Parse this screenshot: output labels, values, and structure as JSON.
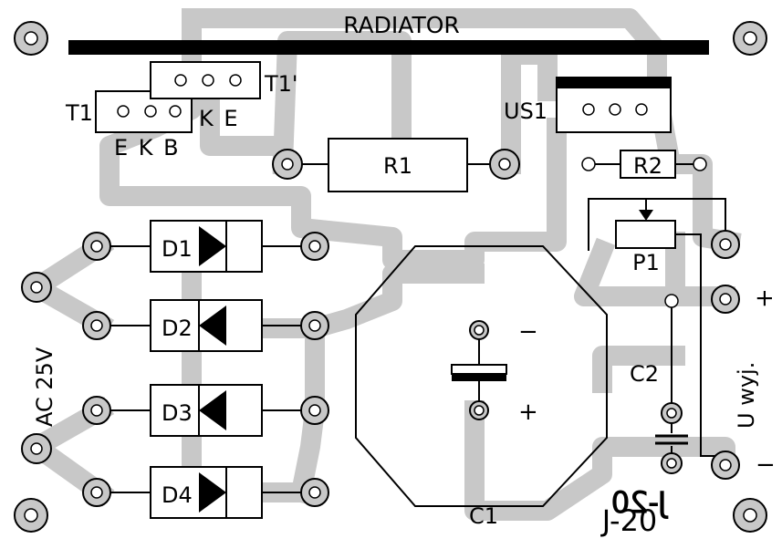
{
  "board": {
    "radiator_label": "RADIATOR",
    "components": {
      "t1": "T1",
      "t1_pins": "E K B",
      "t1_prime": "T1'",
      "t1_prime_pins": "K E",
      "us1": "US1",
      "r1": "R1",
      "r2": "R2",
      "p1": "P1",
      "d1": "D1",
      "d2": "D2",
      "d3": "D3",
      "d4": "D4",
      "c1": "C1",
      "c1_minus": "−",
      "c1_plus": "+",
      "c2": "C2"
    },
    "input_label": "AC 25V",
    "output_label": "U wyj.",
    "output_plus": "+",
    "output_minus": "−",
    "board_code": "J-20",
    "board_code_mirrored": "J-20",
    "colors": {
      "background": "#ffffff",
      "trace": "#c8c8c8",
      "ink": "#000000"
    }
  }
}
